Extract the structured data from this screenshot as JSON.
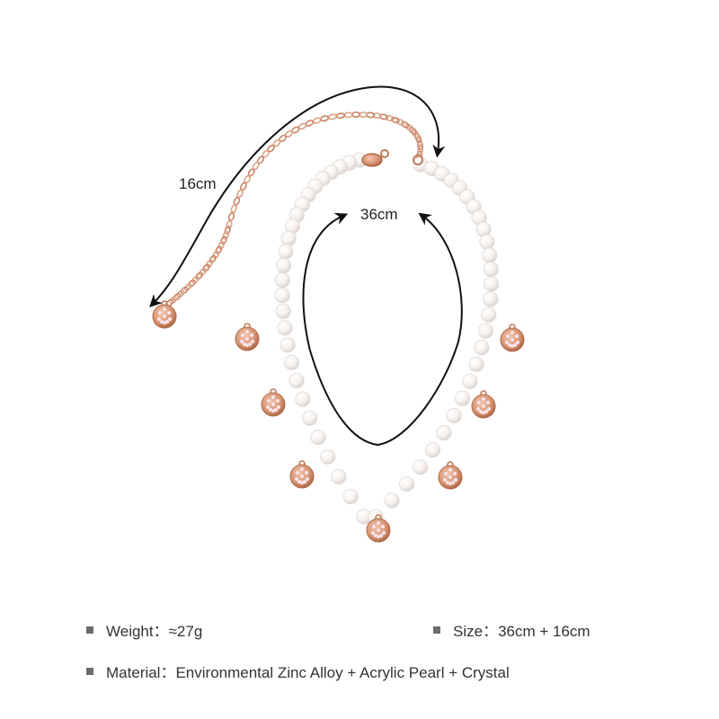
{
  "product": {
    "dimension_labels": {
      "extension": "16cm",
      "necklace": "36cm"
    },
    "colors": {
      "rose_gold": "#d4906e",
      "rose_gold_dark": "#a8603f",
      "pearl": "#f7f4f2",
      "arrow": "#111111"
    }
  },
  "specs": {
    "weight": "Weight：≈27g",
    "size": "Size：36cm + 16cm",
    "material": "Material：Environmental Zinc Alloy + Acrylic Pearl + Crystal"
  }
}
